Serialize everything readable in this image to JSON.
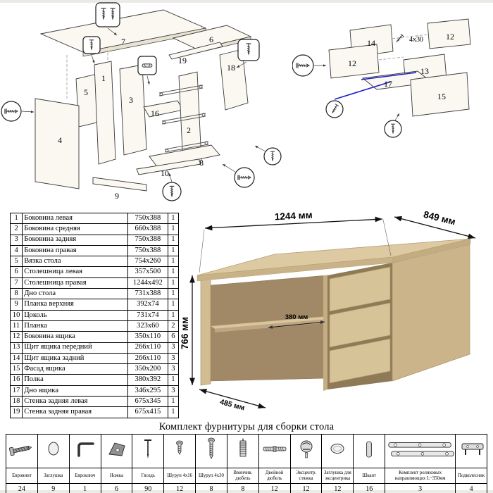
{
  "page": {
    "hardware_title": "Комплект фурнитуры для сборки стола"
  },
  "parts_table": {
    "rows": [
      {
        "num": "1",
        "name": "Боковина левая",
        "size": "750x388",
        "qty": "1"
      },
      {
        "num": "2",
        "name": "Боковина средняя",
        "size": "660x388",
        "qty": "1"
      },
      {
        "num": "3",
        "name": "Боковина задняя",
        "size": "750x388",
        "qty": "1"
      },
      {
        "num": "4",
        "name": "Боковина правая",
        "size": "750x388",
        "qty": "1"
      },
      {
        "num": "5",
        "name": "Вязка стола",
        "size": "754x260",
        "qty": "1"
      },
      {
        "num": "6",
        "name": "Столешница левая",
        "size": "357x500",
        "qty": "1"
      },
      {
        "num": "7",
        "name": "Столешница правая",
        "size": "1244x492",
        "qty": "1"
      },
      {
        "num": "8",
        "name": "Дно стола",
        "size": "731x388",
        "qty": "1"
      },
      {
        "num": "9",
        "name": "Планка верхняя",
        "size": "392x74",
        "qty": "1"
      },
      {
        "num": "10",
        "name": "Цоколь",
        "size": "731x74",
        "qty": "1"
      },
      {
        "num": "11",
        "name": "Планка",
        "size": "323x60",
        "qty": "2"
      },
      {
        "num": "12",
        "name": "Боковина ящика",
        "size": "350x110",
        "qty": "6"
      },
      {
        "num": "13",
        "name": "Щит ящика передний",
        "size": "266x110",
        "qty": "3"
      },
      {
        "num": "14",
        "name": "Щит ящика задний",
        "size": "266x110",
        "qty": "3"
      },
      {
        "num": "15",
        "name": "Фасад ящика",
        "size": "350x200",
        "qty": "3"
      },
      {
        "num": "16",
        "name": "Полка",
        "size": "380x392",
        "qty": "1"
      },
      {
        "num": "17",
        "name": "Дно ящика",
        "size": "346x295",
        "qty": "3"
      },
      {
        "num": "18",
        "name": "Стенка задняя левая",
        "size": "675x345",
        "qty": "1"
      },
      {
        "num": "19",
        "name": "Стенка задняя правая",
        "size": "675x415",
        "qty": "1"
      }
    ]
  },
  "desk_dimensions": {
    "width": "1244 мм",
    "depth": "849 мм",
    "height": "766 мм",
    "shelf_depth": "380 мм",
    "left_width": "485 мм"
  },
  "diagram_left": {
    "p1": "1",
    "p2": "2",
    "p3": "3",
    "p4": "4",
    "p5": "5",
    "p6": "6",
    "p7": "7",
    "p8": "8",
    "p9": "9",
    "p10": "10",
    "p16": "16",
    "p18": "18",
    "p19": "19"
  },
  "diagram_right": {
    "p12a": "12",
    "p12b": "12",
    "p13": "13",
    "p14": "14",
    "p15": "15",
    "p17": "17",
    "screw_note": "4x30"
  },
  "hardware": {
    "items": [
      {
        "name": "Евровинт",
        "qty": "24",
        "icon": "eurobolt-icon"
      },
      {
        "name": "Заглушка",
        "qty": "9",
        "icon": "cap-icon"
      },
      {
        "name": "Евроключ",
        "qty": "1",
        "icon": "hex-key-icon"
      },
      {
        "name": "Ножка",
        "qty": "6",
        "icon": "foot-icon"
      },
      {
        "name": "Гвоздь",
        "qty": "90",
        "icon": "nail-icon"
      },
      {
        "name": "Шуруп 4x16",
        "qty": "12",
        "icon": "screw-short-icon"
      },
      {
        "name": "Шуруп 4x30",
        "qty": "8",
        "icon": "screw-long-icon"
      },
      {
        "name": "Ввинчив. дюбель",
        "qty": "8",
        "icon": "threaded-dowel-icon"
      },
      {
        "name": "Двойной дюбель",
        "qty": "12",
        "icon": "double-dowel-icon"
      },
      {
        "name": "Эксцентр. стяжка",
        "qty": "12",
        "icon": "cam-lock-icon"
      },
      {
        "name": "Заглушка для эксцентрика",
        "qty": "12",
        "icon": "cam-cap-icon"
      },
      {
        "name": "Шкант",
        "qty": "16",
        "icon": "wood-dowel-icon"
      },
      {
        "name": "Комплект роликовых направляющих L~350мм",
        "qty": "3",
        "icon": "drawer-slides-icon"
      },
      {
        "name": "Подколесник",
        "qty": "4",
        "icon": "caster-plate-icon"
      }
    ]
  }
}
